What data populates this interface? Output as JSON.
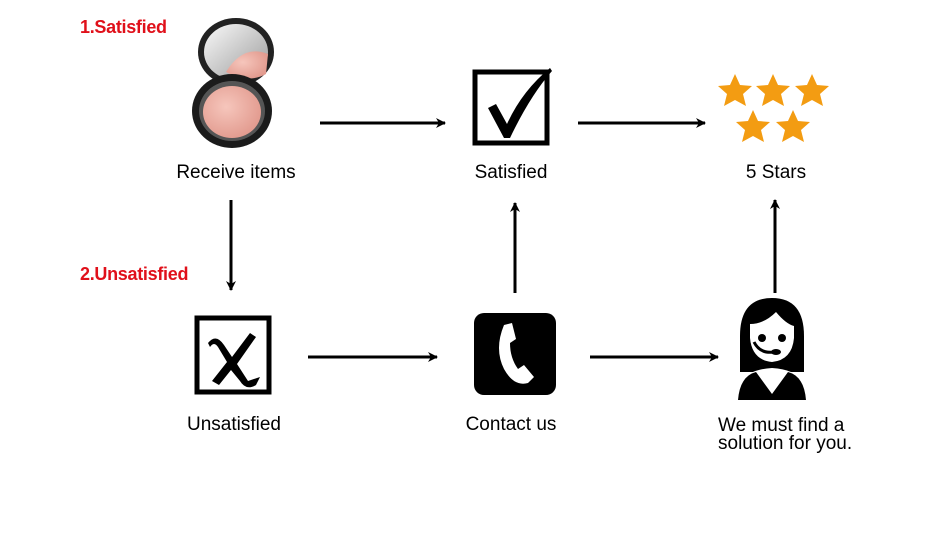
{
  "sections": {
    "satisfied_heading": "1.Satisfied",
    "unsatisfied_heading": "2.Unsatisfied"
  },
  "nodes": {
    "receive": "Receive items",
    "satisfied": "Satisfied",
    "stars": "5 Stars",
    "unsatisfied": "Unsatisfied",
    "contact": "Contact us",
    "solution": "We must find a solution for you."
  },
  "colors": {
    "heading": "#e0101a",
    "star": "#f39c12"
  }
}
